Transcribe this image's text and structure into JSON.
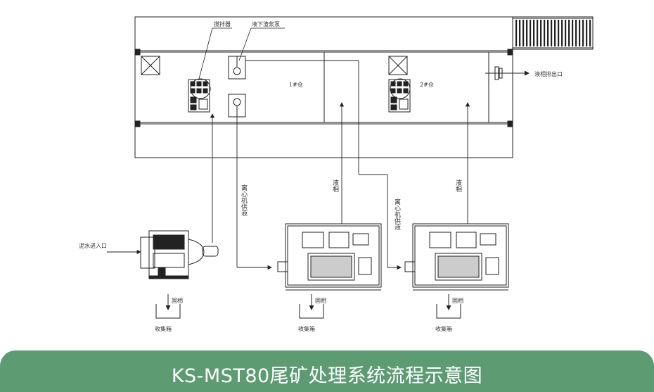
{
  "labels": {
    "mixer": "搅拌器",
    "submersible_pump": "液下渣浆泵",
    "bin1": "1#仓",
    "bin2": "2#仓",
    "liquid_outlet": "液相排出口",
    "slurry_inlet": "泥水进入口",
    "centrifuge_feed_1": "离心机供液",
    "centrifuge_feed_2": "离心机供液",
    "liquid_phase_1": "液相",
    "liquid_phase_2": "液相",
    "solid_phase_1": "固相",
    "solid_phase_2": "固相",
    "solid_phase_3": "固相",
    "collection_box_1": "收集箱",
    "collection_box_2": "收集箱",
    "collection_box_3": "收集箱"
  },
  "title": "KS-MST80尾矿处理系统流程示意图",
  "colors": {
    "banner": "#5d9c73",
    "line": "#222222"
  }
}
